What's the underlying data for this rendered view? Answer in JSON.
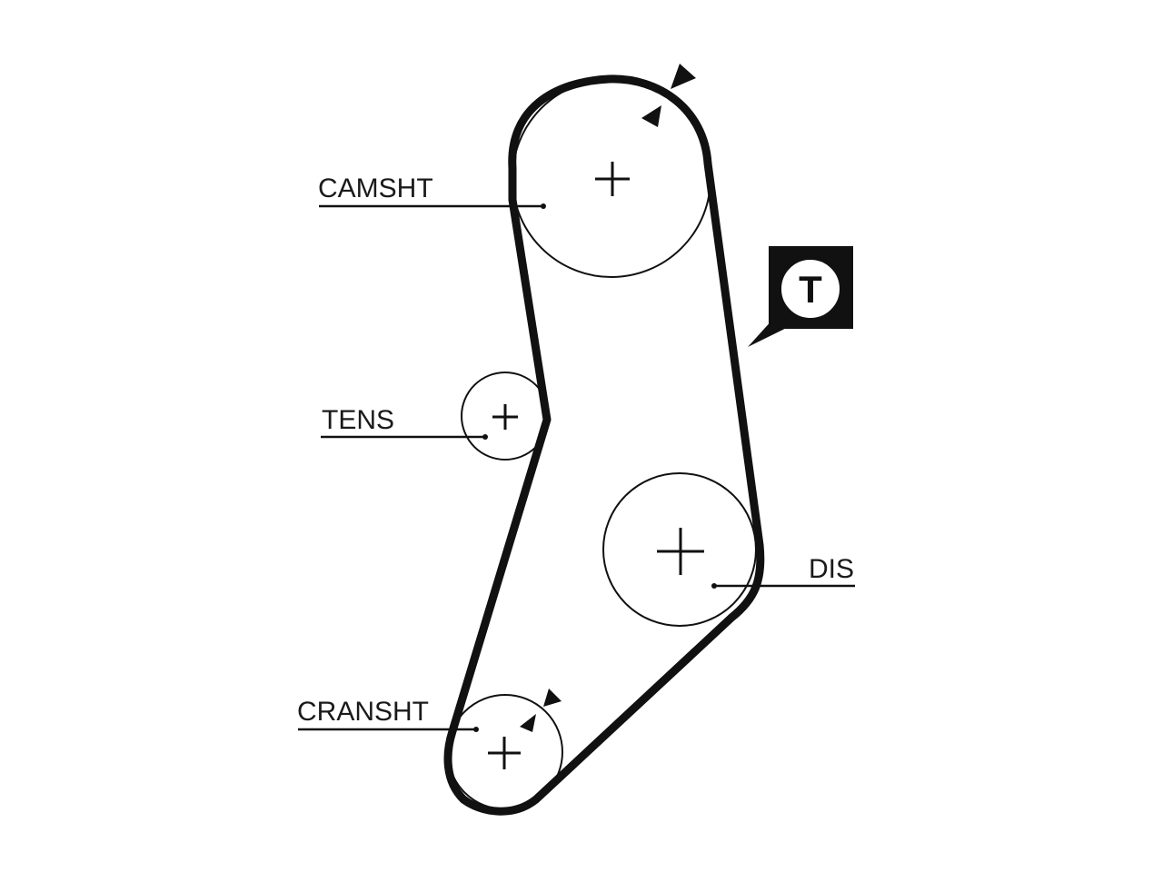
{
  "labels": {
    "camshaft": "CAMSHT",
    "tensioner": "TENS",
    "distributor": "DIS",
    "crankshaft": "CRANSHT"
  },
  "tension_badge": {
    "letter": "T"
  },
  "colors": {
    "line": "#111111",
    "background": "#ffffff"
  },
  "icons": [
    "plus-center-icon",
    "rotation-arrow-icon",
    "tension-badge-icon"
  ]
}
